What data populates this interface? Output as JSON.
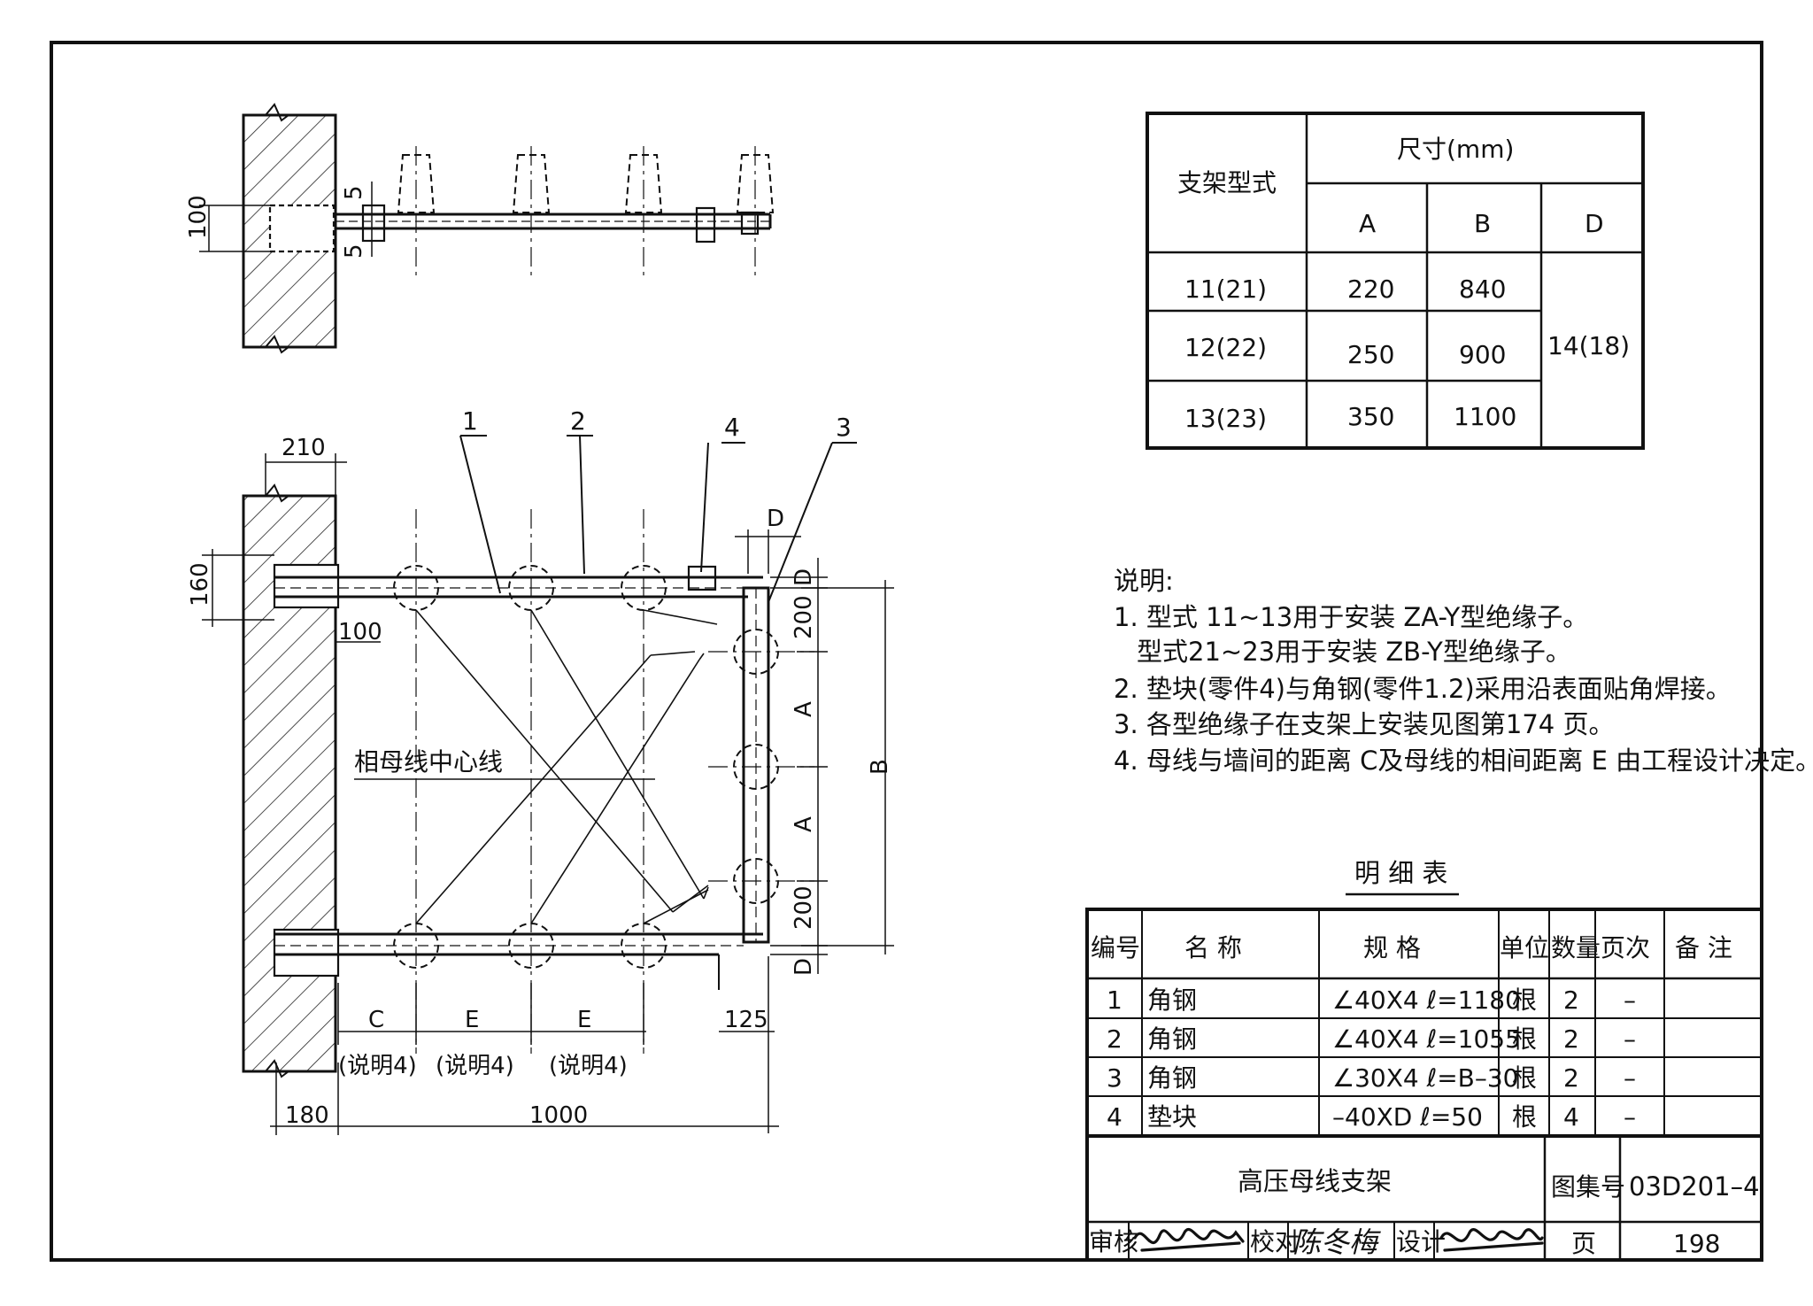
{
  "top_view": {
    "dim_height": "100",
    "dim_gap_top": "5",
    "dim_gap_bottom": "5"
  },
  "plan_view": {
    "dim_wall": "210",
    "dim_160": "160",
    "dim_100": "100",
    "dim_D_top": "D",
    "dim_D_right_top": "D",
    "dim_D_right_bottom": "D",
    "dim_200_top": "200",
    "dim_A_1": "A",
    "dim_A_2": "A",
    "dim_200_bottom": "200",
    "dim_B": "B",
    "dim_C": "C",
    "dim_E_1": "E",
    "dim_E_2": "E",
    "dim_125": "125",
    "note_ref_1": "(说明4)",
    "note_ref_2": "(说明4)",
    "note_ref_3": "(说明4)",
    "dim_180": "180",
    "dim_1000": "1000",
    "phase_centerline_label": "相母线中心线",
    "callouts": [
      "1",
      "2",
      "4",
      "3"
    ]
  },
  "size_table": {
    "header_type": "支架型式",
    "header_size": "尺寸(mm)",
    "col_A": "A",
    "col_B": "B",
    "col_D": "D",
    "rows": [
      {
        "type": "11(21)",
        "A": "220",
        "B": "840"
      },
      {
        "type": "12(22)",
        "A": "250",
        "B": "900"
      },
      {
        "type": "13(23)",
        "A": "350",
        "B": "1100"
      }
    ],
    "D_value": "14(18)"
  },
  "notes": {
    "title": "说明:",
    "items": [
      "1. 型式 11~13用于安装 ZA-Y型绝缘子。",
      "型式21~23用于安装 ZB-Y型绝缘子。",
      "2. 垫块(零件4)与角钢(零件1.2)采用沿表面贴角焊接。",
      "3. 各型绝缘子在支架上安装见图第174 页。",
      "4. 母线与墙间的距离 C及母线的相间距离 E 由工程设计决定。"
    ]
  },
  "parts_list": {
    "title": "明 细 表",
    "headers": {
      "no": "编号",
      "name": "名 称",
      "spec": "规 格",
      "unit": "单位",
      "qty": "数量",
      "page": "页次",
      "remark": "备 注"
    },
    "rows": [
      {
        "no": "1",
        "name": "角钢",
        "spec": "∠40X4 ℓ=1180",
        "unit": "根",
        "qty": "2",
        "page": "–",
        "remark": ""
      },
      {
        "no": "2",
        "name": "角钢",
        "spec": "∠40X4 ℓ=1055",
        "unit": "根",
        "qty": "2",
        "page": "–",
        "remark": ""
      },
      {
        "no": "3",
        "name": "角钢",
        "spec": "∠30X4 ℓ=B–30",
        "unit": "根",
        "qty": "2",
        "page": "–",
        "remark": ""
      },
      {
        "no": "4",
        "name": "垫块",
        "spec": "–40XD ℓ=50",
        "unit": "根",
        "qty": "4",
        "page": "–",
        "remark": ""
      }
    ]
  },
  "title_block": {
    "drawing_title": "高压母线支架",
    "atlas_label": "图集号",
    "atlas_no": "03D201–4",
    "review_label": "审核",
    "check_label": "校对",
    "design_label": "设计",
    "check_signature": "陈冬梅",
    "page_label": "页",
    "page_no": "198"
  }
}
